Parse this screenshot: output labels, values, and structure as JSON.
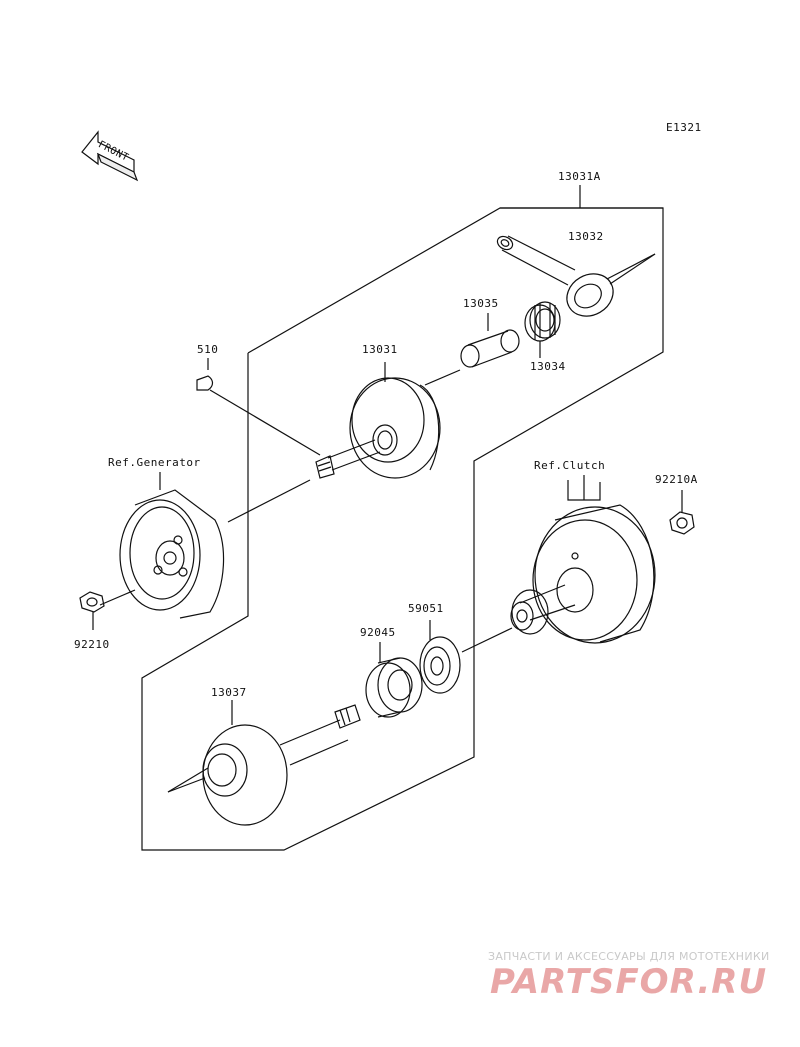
{
  "diagram_code": "E1321",
  "front_label": "FRONT",
  "parts": {
    "p13031A": "13031A",
    "p13032": "13032",
    "p13035": "13035",
    "p13034": "13034",
    "p13031": "13031",
    "p510": "510",
    "ref_generator": "Ref.Generator",
    "ref_clutch": "Ref.Clutch",
    "p92210A": "92210A",
    "p92210": "92210",
    "p59051": "59051",
    "p92045": "92045",
    "p13037": "13037"
  },
  "watermark": {
    "tagline": "ЗАПЧАСТИ И АКСЕССУАРЫ ДЛЯ МОТОТЕХНИКИ",
    "logo": "PARTSFOR.RU"
  }
}
